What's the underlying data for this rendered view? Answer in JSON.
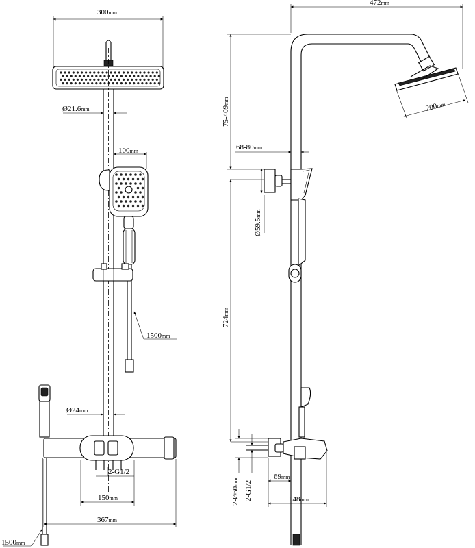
{
  "front_view": {
    "head_width": "300",
    "pipe_diameter": "21.6",
    "handshower_width": "100",
    "hose_length": "1500",
    "inlet_pipe_diameter": "24",
    "inlet_thread": "2-G1/2",
    "inlet_centers": "150",
    "mixer_width": "367",
    "left_hose_length": "1500"
  },
  "side_view": {
    "arm_projection": "472",
    "head_diameter": "200",
    "height_adjust": "75-409",
    "wall_offset": "68-80",
    "bracket_diameter": "59.5",
    "rail_length": "724",
    "escutcheon_diameter": "2-Ø60",
    "side_thread": "2-G1/2",
    "inlet_projection": "69",
    "mixer_projection": "148"
  },
  "unit": "mm",
  "diameter_symbol": "Ø"
}
